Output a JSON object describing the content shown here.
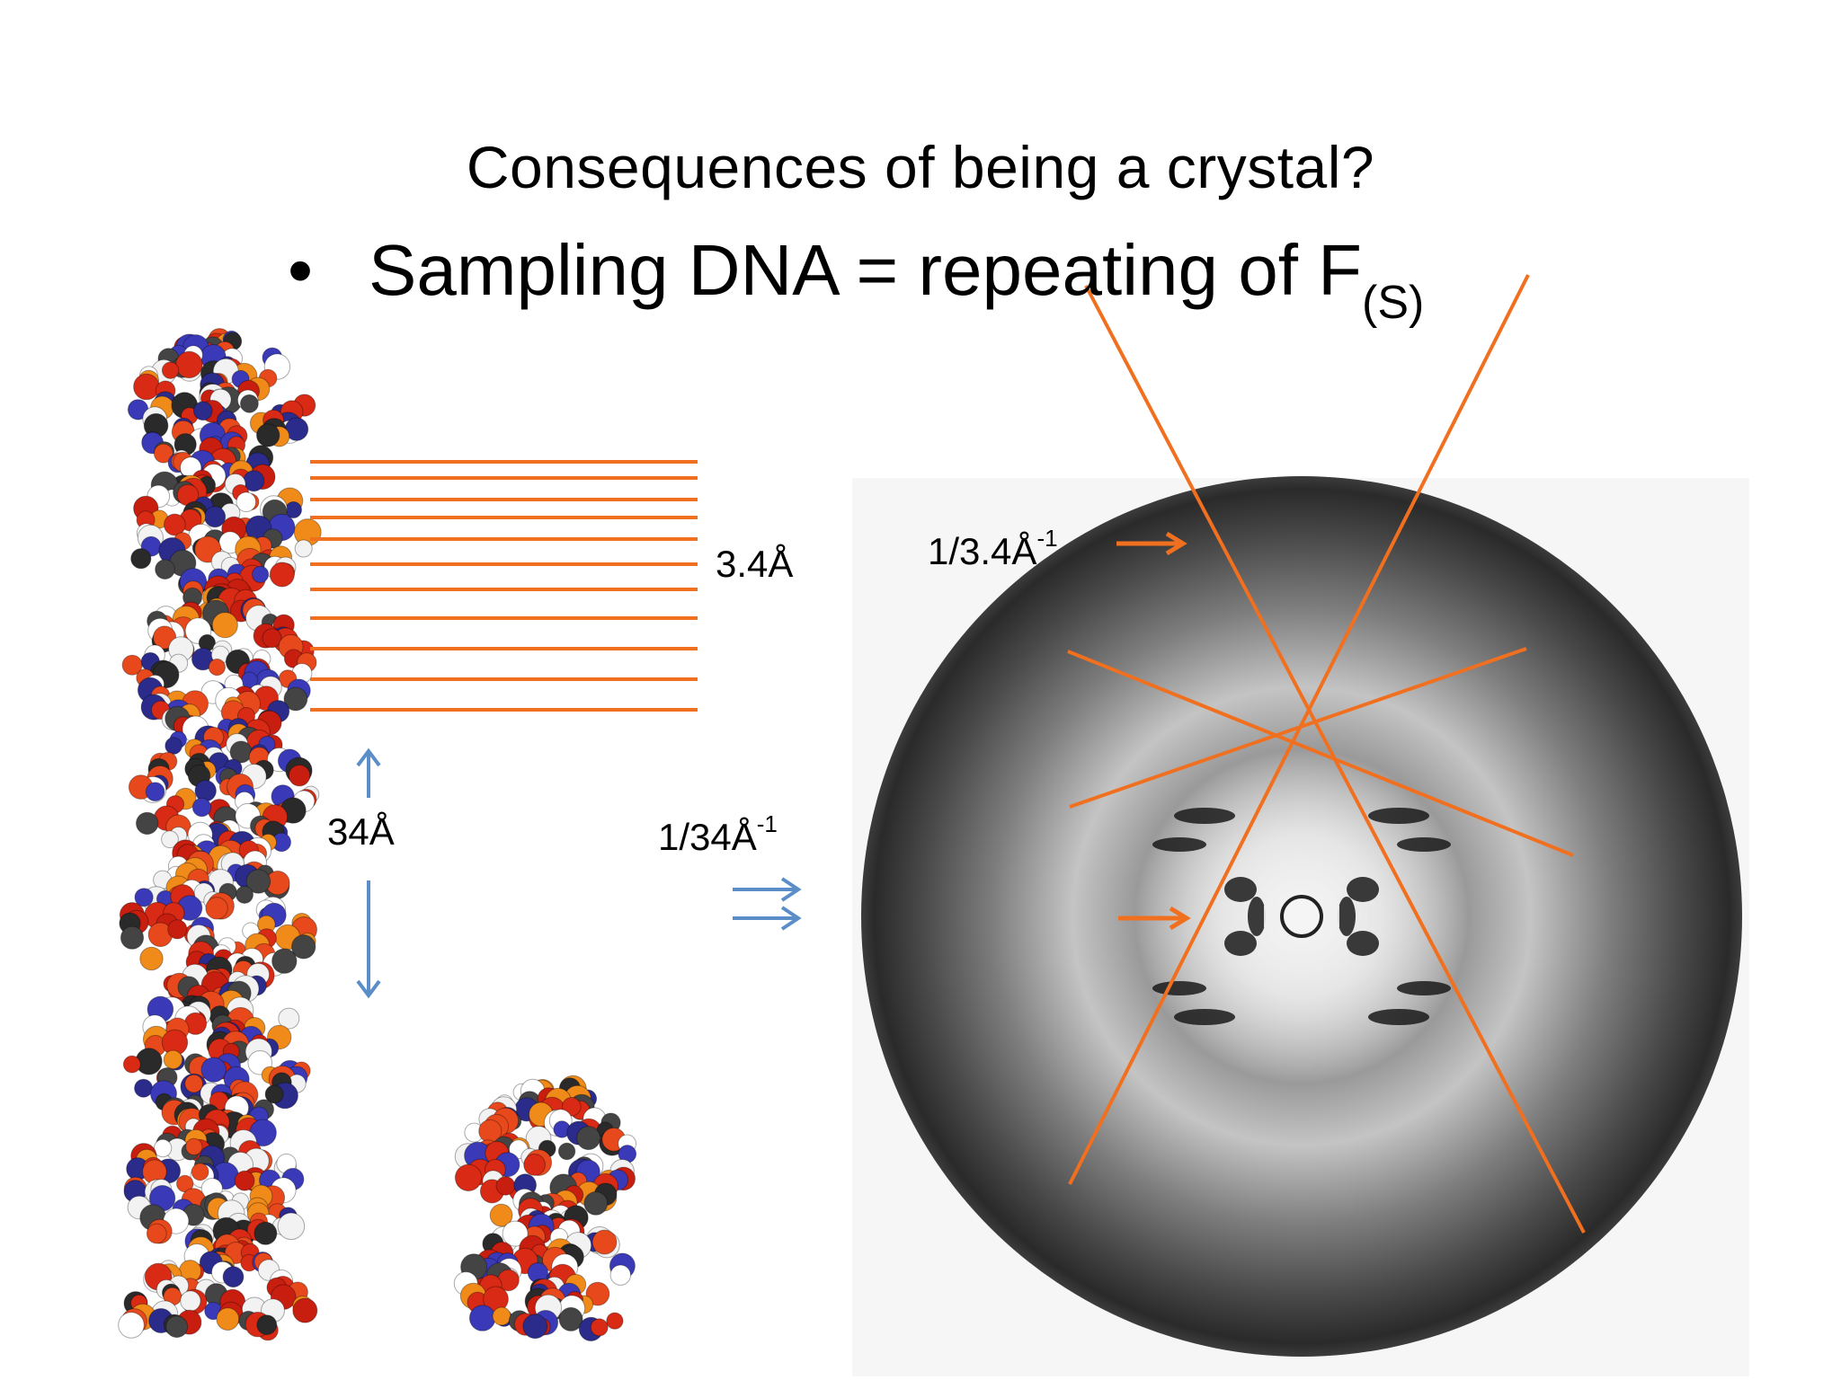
{
  "slide": {
    "title": "Consequences of being a crystal?",
    "bullet": {
      "symbol": "•",
      "text": "Sampling DNA = repeating of F",
      "subscript": "(S)"
    }
  },
  "labels": {
    "spacing_small": "3.4Å",
    "spacing_large": "34Å",
    "recip_large": {
      "base": "1/34Å",
      "sup": "-1"
    },
    "recip_small": {
      "base": "1/3.4Å",
      "sup": "-1"
    }
  },
  "colors": {
    "annotation_orange": "#f07020",
    "arrow_blue": "#5b8ec9",
    "film_dark": "#1e1e1e",
    "film_light": "#d2d2d2"
  },
  "images": {
    "dna_helix_long": "space-filling DNA double helix (long)",
    "dna_helix_short": "space-filling DNA double helix (short)",
    "diffraction": "X-ray fiber diffraction pattern"
  }
}
